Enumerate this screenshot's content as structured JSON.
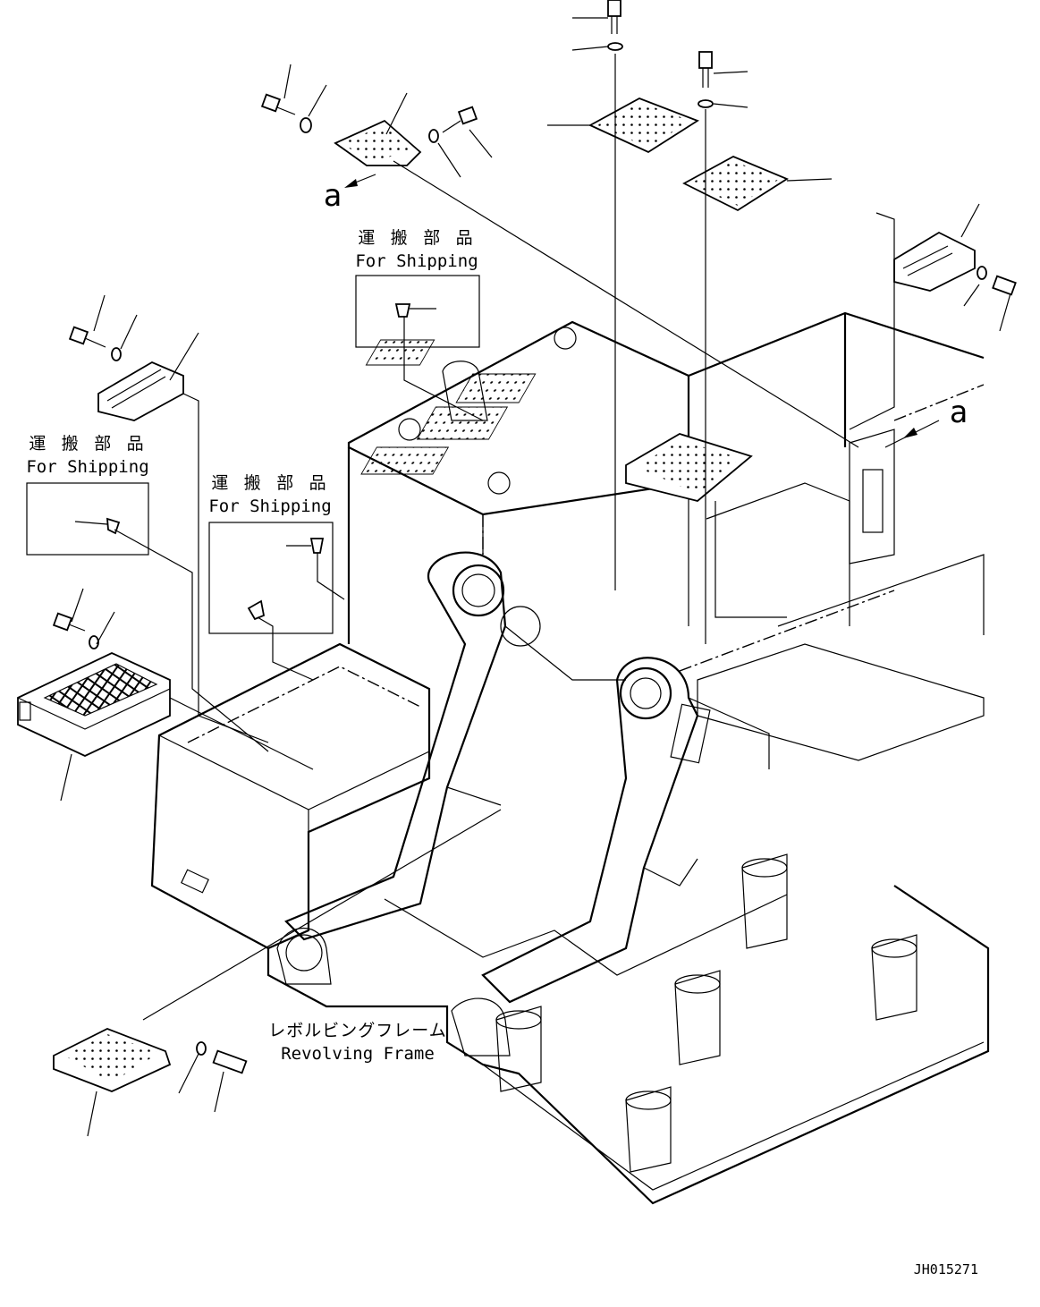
{
  "labels": {
    "shipping_jp": "運 搬 部 品",
    "shipping_en": "For Shipping",
    "frame_jp": "レボルビングフレーム",
    "frame_en": "Revolving Frame",
    "ref_a": "a",
    "drawing_no": "JH015271"
  }
}
